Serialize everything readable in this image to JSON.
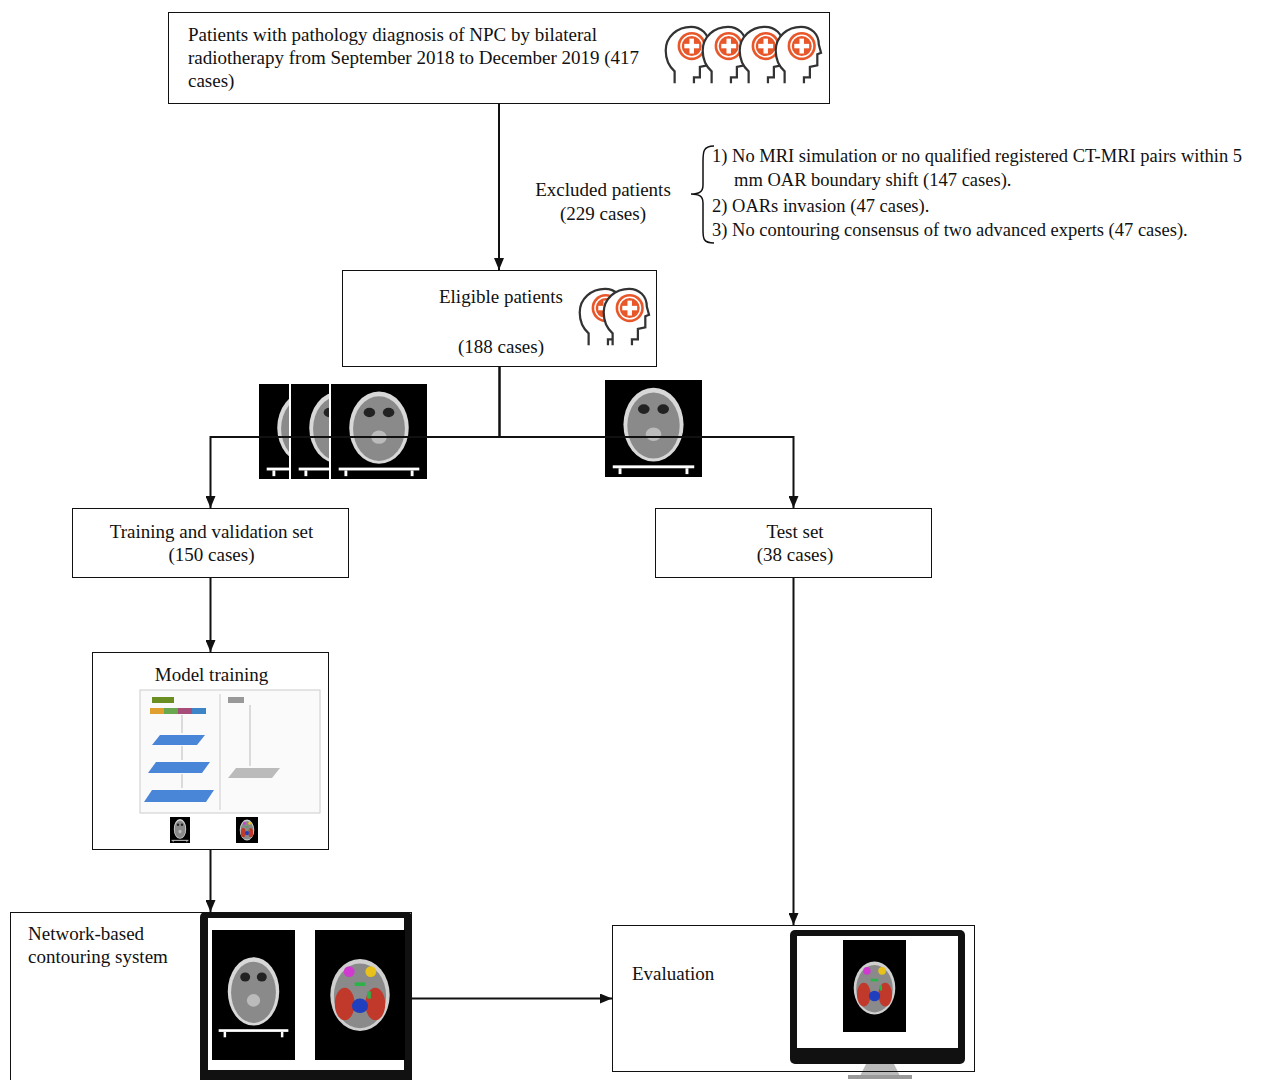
{
  "diagram": {
    "nodes": [
      {
        "text": [
          "Patients with pathology diagnosis of NPC by bilateral radiotherapy from September 2018 to December 2019 (417 cases)"
        ]
      },
      {
        "text": [
          "Eligible patients",
          "(188 cases)"
        ]
      },
      {
        "text": [
          "Training and validation set (150 cases)"
        ]
      },
      {
        "text": [
          "Test set (38 cases)"
        ]
      },
      {
        "text": [
          "Model training"
        ]
      },
      {
        "text": [
          "Network-based contouring system"
        ]
      },
      {
        "text": [
          "Evaluation"
        ]
      }
    ],
    "edges": [
      {
        "from": 0,
        "to": 1,
        "arrow": "to"
      },
      {
        "from": 1,
        "to": 2,
        "arrow": "to"
      },
      {
        "from": 1,
        "to": 3,
        "arrow": "to"
      },
      {
        "from": 2,
        "to": 4,
        "arrow": "to"
      },
      {
        "from": 4,
        "to": 5,
        "arrow": "to"
      },
      {
        "from": 3,
        "to": 6,
        "arrow": "to"
      },
      {
        "from": 5,
        "to": 6,
        "arrow": "to"
      }
    ],
    "labels": [
      "Excluded patients (229 cases)",
      "1) No MRI simulation or no qualified registered CT-MRI pairs within 5 mm OAR boundary shift (147 cases).",
      "2) OARs invasion (47 cases).",
      "3) No contouring consensus of two advanced experts (47 cases)."
    ]
  }
}
